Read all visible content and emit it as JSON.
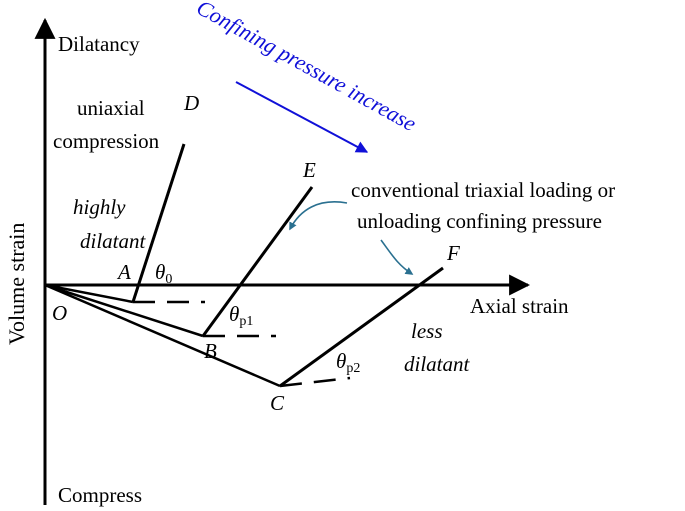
{
  "labels": {
    "dilatancy": "Dilatancy",
    "compress": "Compress",
    "volume_strain": "Volume strain",
    "axial_strain": "Axial strain",
    "origin": "O",
    "uniaxial_line1": "uniaxial",
    "uniaxial_line2": "compression",
    "highly_line1": "highly",
    "highly_line2": "dilatant",
    "less_line1": "less",
    "less_line2": "dilatant",
    "conventional_line1": "conventional triaxial loading or",
    "conventional_line2": "unloading confining pressure",
    "confining_pressure": "Confining pressure increase"
  },
  "points": {
    "A": "A",
    "B": "B",
    "C": "C",
    "D": "D",
    "E": "E",
    "F": "F"
  },
  "angles": {
    "theta_symbol": "θ",
    "theta0_sub": "0",
    "thetap1_sub": "p1",
    "thetap2_sub": "p2"
  },
  "colors": {
    "axes": "#000000",
    "arrow_blue": "#1010d8",
    "arrow_teal": "#2a7090"
  }
}
